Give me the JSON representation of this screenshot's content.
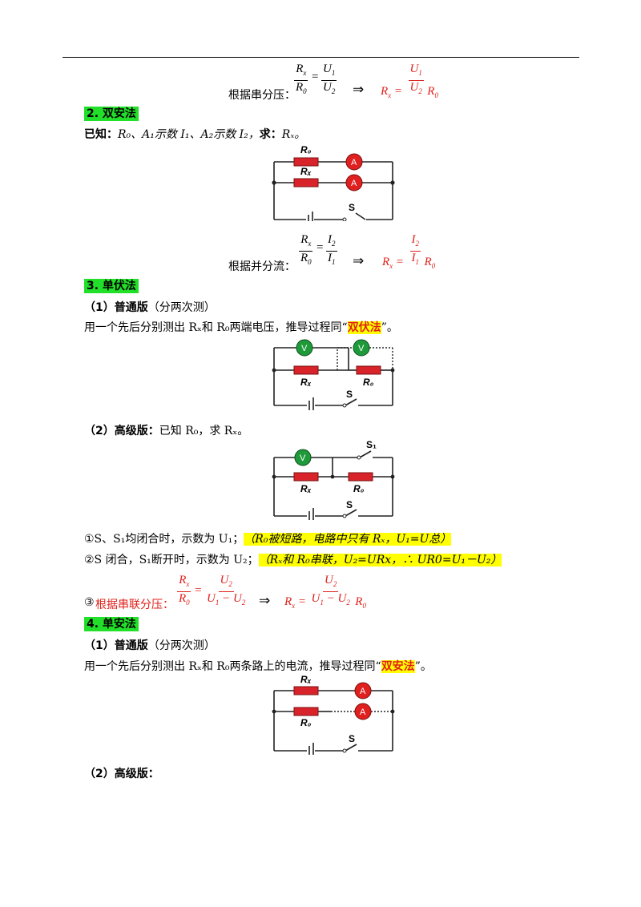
{
  "eq1": {
    "label": "根据串分压：",
    "lhs_num": "R",
    "lhs_num_sub": "x",
    "lhs_den": "R",
    "lhs_den_sub": "0",
    "rhs_num": "U",
    "rhs_num_sub": "1",
    "rhs_den": "U",
    "rhs_den_sub": "2",
    "arrow": "⇒",
    "result_lhs": "R",
    "result_lhs_sub": "x",
    "result_tail": "R",
    "result_tail_sub": "0"
  },
  "sec2": {
    "title": "2. 双安法",
    "known_label": "已知：",
    "known_text": "R₀、A₁示数 I₁、A₂示数 I₂，",
    "find_label": "求：",
    "find_text": "Rₓ。",
    "circuit": {
      "r_top": "R₀",
      "r_bottom": "Rₓ",
      "meter": "A",
      "switch": "S"
    },
    "eq_label": "根据并分流：",
    "lhs_num": "R",
    "lhs_num_sub": "x",
    "lhs_den": "R",
    "lhs_den_sub": "0",
    "rhs_num": "I",
    "rhs_num_sub": "2",
    "rhs_den": "I",
    "rhs_den_sub": "1",
    "arrow": "⇒"
  },
  "sec3": {
    "title": "3. 单伏法",
    "sub1_label": "（1）普通版",
    "sub1_note": "（分两次测）",
    "sub1_text_a": "用一个先后分别测出 Rₓ和 R₀两端电压，推导过程同“",
    "sub1_text_hl": "双伏法",
    "sub1_text_b": "”。",
    "circuit1": {
      "r_left": "Rₓ",
      "r_right": "R₀",
      "meter": "V",
      "switch": "S"
    },
    "sub2_label": "（2）高级版：",
    "sub2_text": "已知 R₀，求 Rₓ。",
    "circuit2": {
      "r_left": "Rₓ",
      "r_right": "R₀",
      "meter": "V",
      "switch": "S",
      "switch1": "S₁"
    },
    "step1_a": "①S、S₁均闭合时，示数为 U₁；",
    "step1_hl": "（R₀被短路，电路中只有 Rₓ，U₁=U总）",
    "step2_a": "②S 闭合，S₁断开时，示数为 U₂；",
    "step2_hl": "（Rₓ和 R₀串联，U₂=URx，∴ UR0=U₁－U₂）",
    "step3_a": "③",
    "step3_red": "根据串联分压：",
    "arrow": "⇒"
  },
  "sec4": {
    "title": "4. 单安法",
    "sub1_label": "（1）普通版",
    "sub1_note": "（分两次测）",
    "sub1_text_a": "用一个先后分别测出 Rₓ和 R₀两条路上的电流，推导过程同“",
    "sub1_text_hl": "双安法",
    "sub1_text_b": "”。",
    "circuit": {
      "r_top": "Rₓ",
      "r_bottom": "R₀",
      "meter": "A",
      "switch": "S"
    },
    "sub2_label": "（2）高级版："
  },
  "colors": {
    "green_heading": "#22e02a",
    "highlight": "#ffff00",
    "red_text": "#e0201a",
    "resistor": "#d9232a",
    "ammeter": "#e01f1f",
    "voltmeter": "#1e9a3a"
  }
}
